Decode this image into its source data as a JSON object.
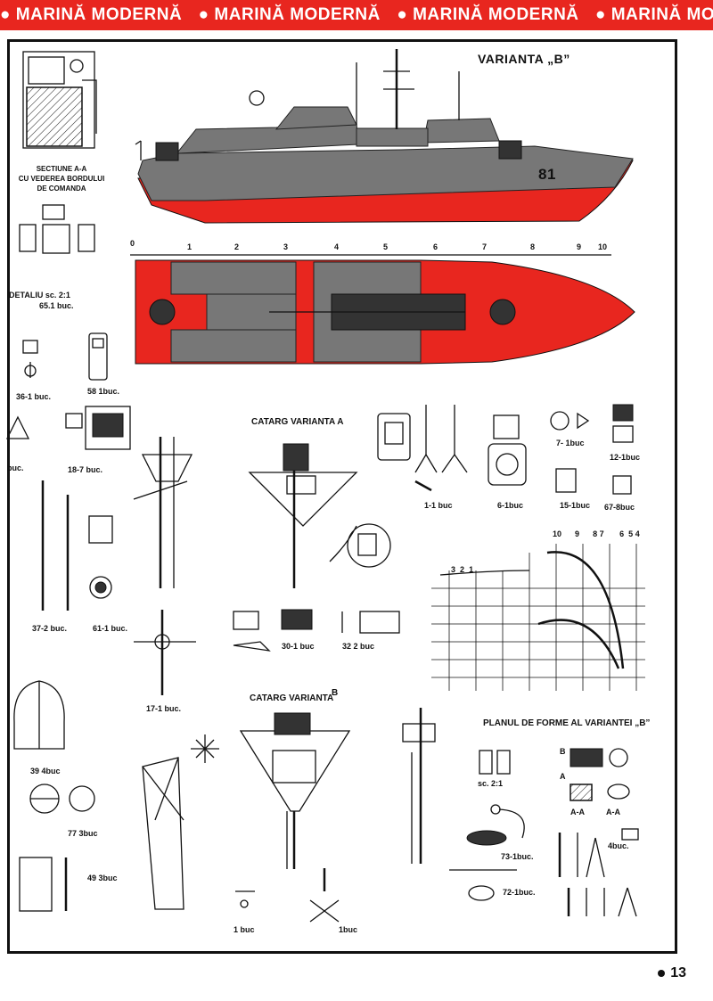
{
  "header": {
    "banner_items": [
      "MARINĂ MODERNĂ",
      "MARINĂ MODERNĂ",
      "MARINĂ MODERNĂ",
      "MARINĂ MODERNĂ"
    ]
  },
  "plan": {
    "title": "VARIANTA „B”",
    "hull_number": "81",
    "stations": [
      "0",
      "1",
      "2",
      "3",
      "4",
      "5",
      "6",
      "7",
      "8",
      "9",
      "10"
    ],
    "section_caption": "SECTIUNE A-A\nCU VEDEREA BORDULUI\nDE COMANDA",
    "detail_caption": "DETALIU  sc. 2:1",
    "detail_qty": "65.1 buc.",
    "mast_a_title": "CATARG VARIANTA  A",
    "mast_b_title": "CATARG VARIANTA",
    "mast_b_letter": "B",
    "lines_plan_title": "PLANUL DE FORME AL VARIANTEI „B”",
    "body_stations_fwd": [
      "10",
      "9",
      "8",
      "7",
      "6",
      "5",
      "4"
    ],
    "body_stations_aft": [
      "3",
      "2",
      "1"
    ],
    "scale_label": "sc. 2:1",
    "section_a": "A-A",
    "section_a2": "A-A",
    "marker_a": "A",
    "marker_b": "B"
  },
  "parts": {
    "p36": "36-1 buc.",
    "p58": "58 1buc.",
    "p18": "18-7 buc.",
    "p_buc_left": "buc.",
    "p37": "37-2 buc.",
    "p61": "61-1 buc.",
    "p39": "39 4buc",
    "p77": "77 3buc",
    "p49": "49 3buc",
    "p1": "1-1 buc",
    "p6": "6-1buc",
    "p7": "7- 1buc",
    "p12": "12-1buc",
    "p15": "15-1buc",
    "p67": "67-8buc",
    "p30": "30-1 buc",
    "p32": "32 2 buc",
    "p17": "17-1 buc.",
    "p1buc_a": "1 buc",
    "p1buc_b": "1buc",
    "p73": "73-1buc.",
    "p72": "72-1buc.",
    "p4": "4buc."
  },
  "footer": {
    "page_number": "13"
  }
}
